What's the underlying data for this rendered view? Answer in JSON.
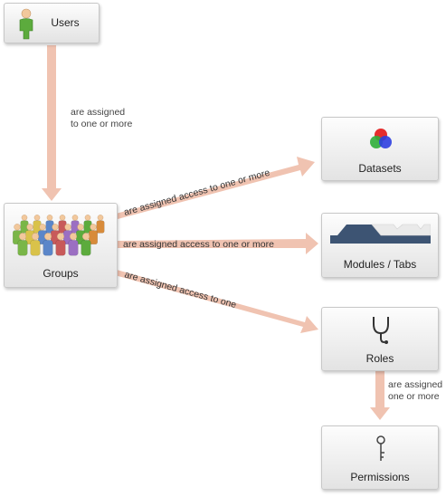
{
  "nodes": {
    "users": {
      "label": "Users",
      "icon": "user-icon"
    },
    "groups": {
      "label": "Groups",
      "icon": "group-crowd-icon"
    },
    "datasets": {
      "label": "Datasets",
      "icon": "rgb-circles-icon"
    },
    "modules": {
      "label": "Modules /  Tabs",
      "icon": "tabs-icon"
    },
    "roles": {
      "label": "Roles",
      "icon": "stethoscope-icon"
    },
    "permissions": {
      "label": "Permissions",
      "icon": "key-icon"
    }
  },
  "edges": {
    "users_groups": {
      "line1": "are assigned",
      "line2": "to one or more"
    },
    "groups_datasets": "are assigned access to one or more",
    "groups_modules": "are assigned access to one or more",
    "groups_roles": "are assigned access to one",
    "roles_permissions": {
      "line1": "are assigned",
      "line2": "one or more"
    }
  },
  "colors": {
    "arrow": "#f0c3b1",
    "box_border": "#c8c8c8",
    "modules_tab": "#3d5473"
  }
}
